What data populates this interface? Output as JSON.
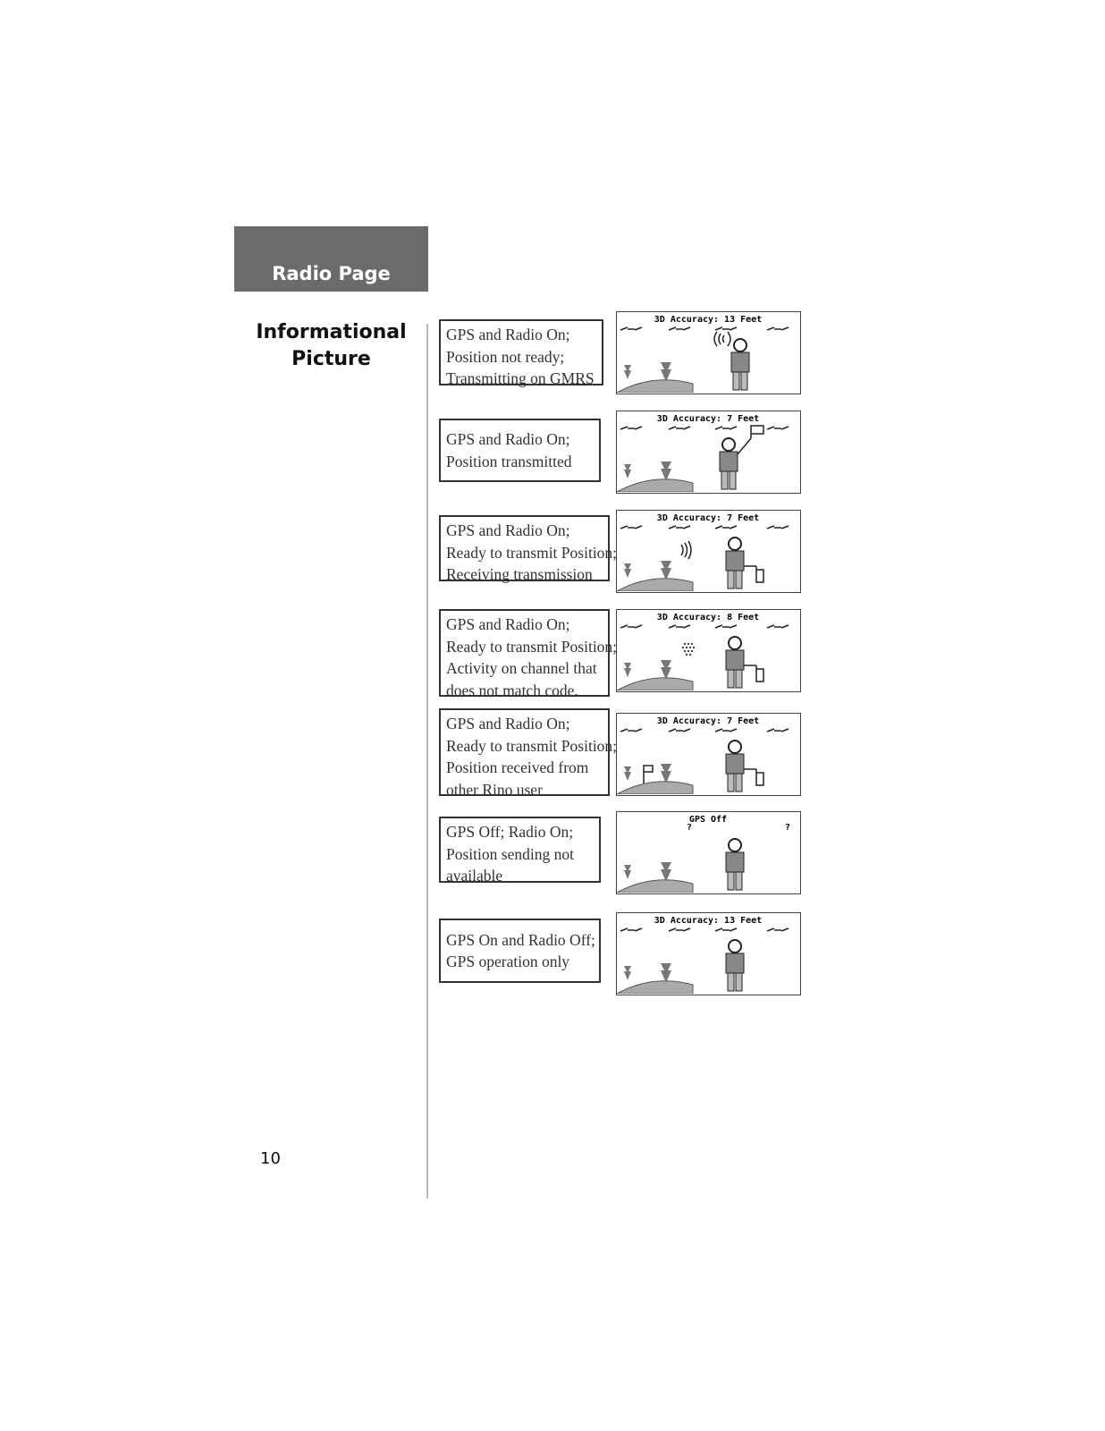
{
  "header": {
    "title": "Radio Page"
  },
  "section": {
    "heading_line1": "Informational",
    "heading_line2": "Picture"
  },
  "page_number": "10",
  "rows": [
    {
      "caption": [
        "GPS and Radio On;",
        "Position not ready;",
        "Transmitting on GMRS"
      ],
      "status": "3D Accuracy: 13 Feet",
      "icon": "transmit-waves-icon"
    },
    {
      "caption": [
        "GPS and Radio On;",
        "Position transmitted"
      ],
      "status": "3D Accuracy: 7 Feet",
      "icon": "raised-flag-icon"
    },
    {
      "caption": [
        "GPS and Radio On;",
        "Ready to transmit Position;",
        "Receiving transmission"
      ],
      "status": "3D Accuracy: 7 Feet",
      "icon": "receive-waves-icon"
    },
    {
      "caption": [
        "GPS and Radio On;",
        "Ready to transmit Position;",
        "Activity on channel that",
        "does not match code."
      ],
      "status": "3D Accuracy: 8 Feet",
      "icon": "static-dots-icon"
    },
    {
      "caption": [
        "GPS and Radio On;",
        "Ready to transmit Position;",
        "Position received from",
        "other Rino user"
      ],
      "status": "3D Accuracy: 7 Feet",
      "icon": "received-flag-icon"
    },
    {
      "caption": [
        "GPS Off; Radio On;",
        "Position sending not",
        "available"
      ],
      "status": "GPS Off",
      "icon": "question-mark-icon"
    },
    {
      "caption": [
        "GPS On and Radio Off;",
        "GPS operation only"
      ],
      "status": "3D Accuracy: 13 Feet",
      "icon": "gps-only-icon"
    }
  ]
}
